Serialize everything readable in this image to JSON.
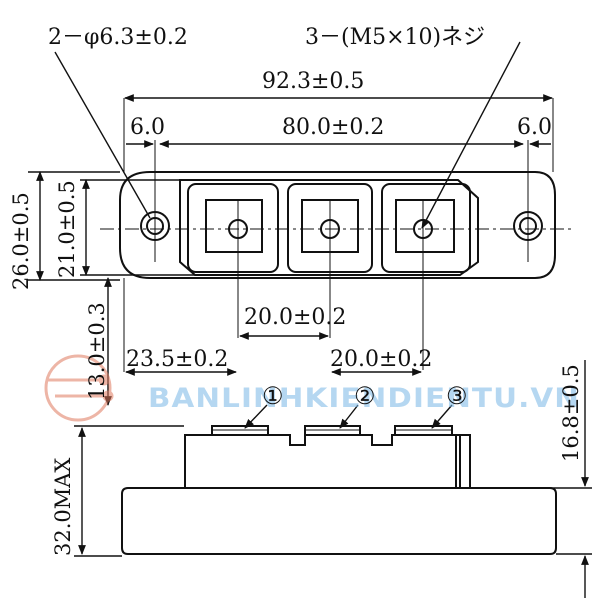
{
  "top_view": {
    "mount_hole_note": "2－φ6.3±0.2",
    "screw_note": "3－(M5×10)ネジ",
    "overall_length": "92.3±0.5",
    "hole_pitch": "80.0±0.2",
    "edge_left": "6.0",
    "edge_right": "6.0",
    "body_width": "26.0±0.5",
    "inner_width": "21.0±0.5",
    "terminal_pitch_1": "20.0±0.2",
    "offset": "23.5±0.2",
    "terminal_pitch_2": "20.0±0.2",
    "terminal_offset": "13.0±0.3"
  },
  "side_view": {
    "terminal_1": "①",
    "terminal_2": "②",
    "terminal_3": "③",
    "total_height": "32.0MAX",
    "base_height": "16.8±0.5"
  },
  "watermark": "BANLINHKIENDIENTU.VN",
  "colors": {
    "ink": "#111111",
    "watermark": "#7ab8e6",
    "logo": "#e07a5f"
  }
}
